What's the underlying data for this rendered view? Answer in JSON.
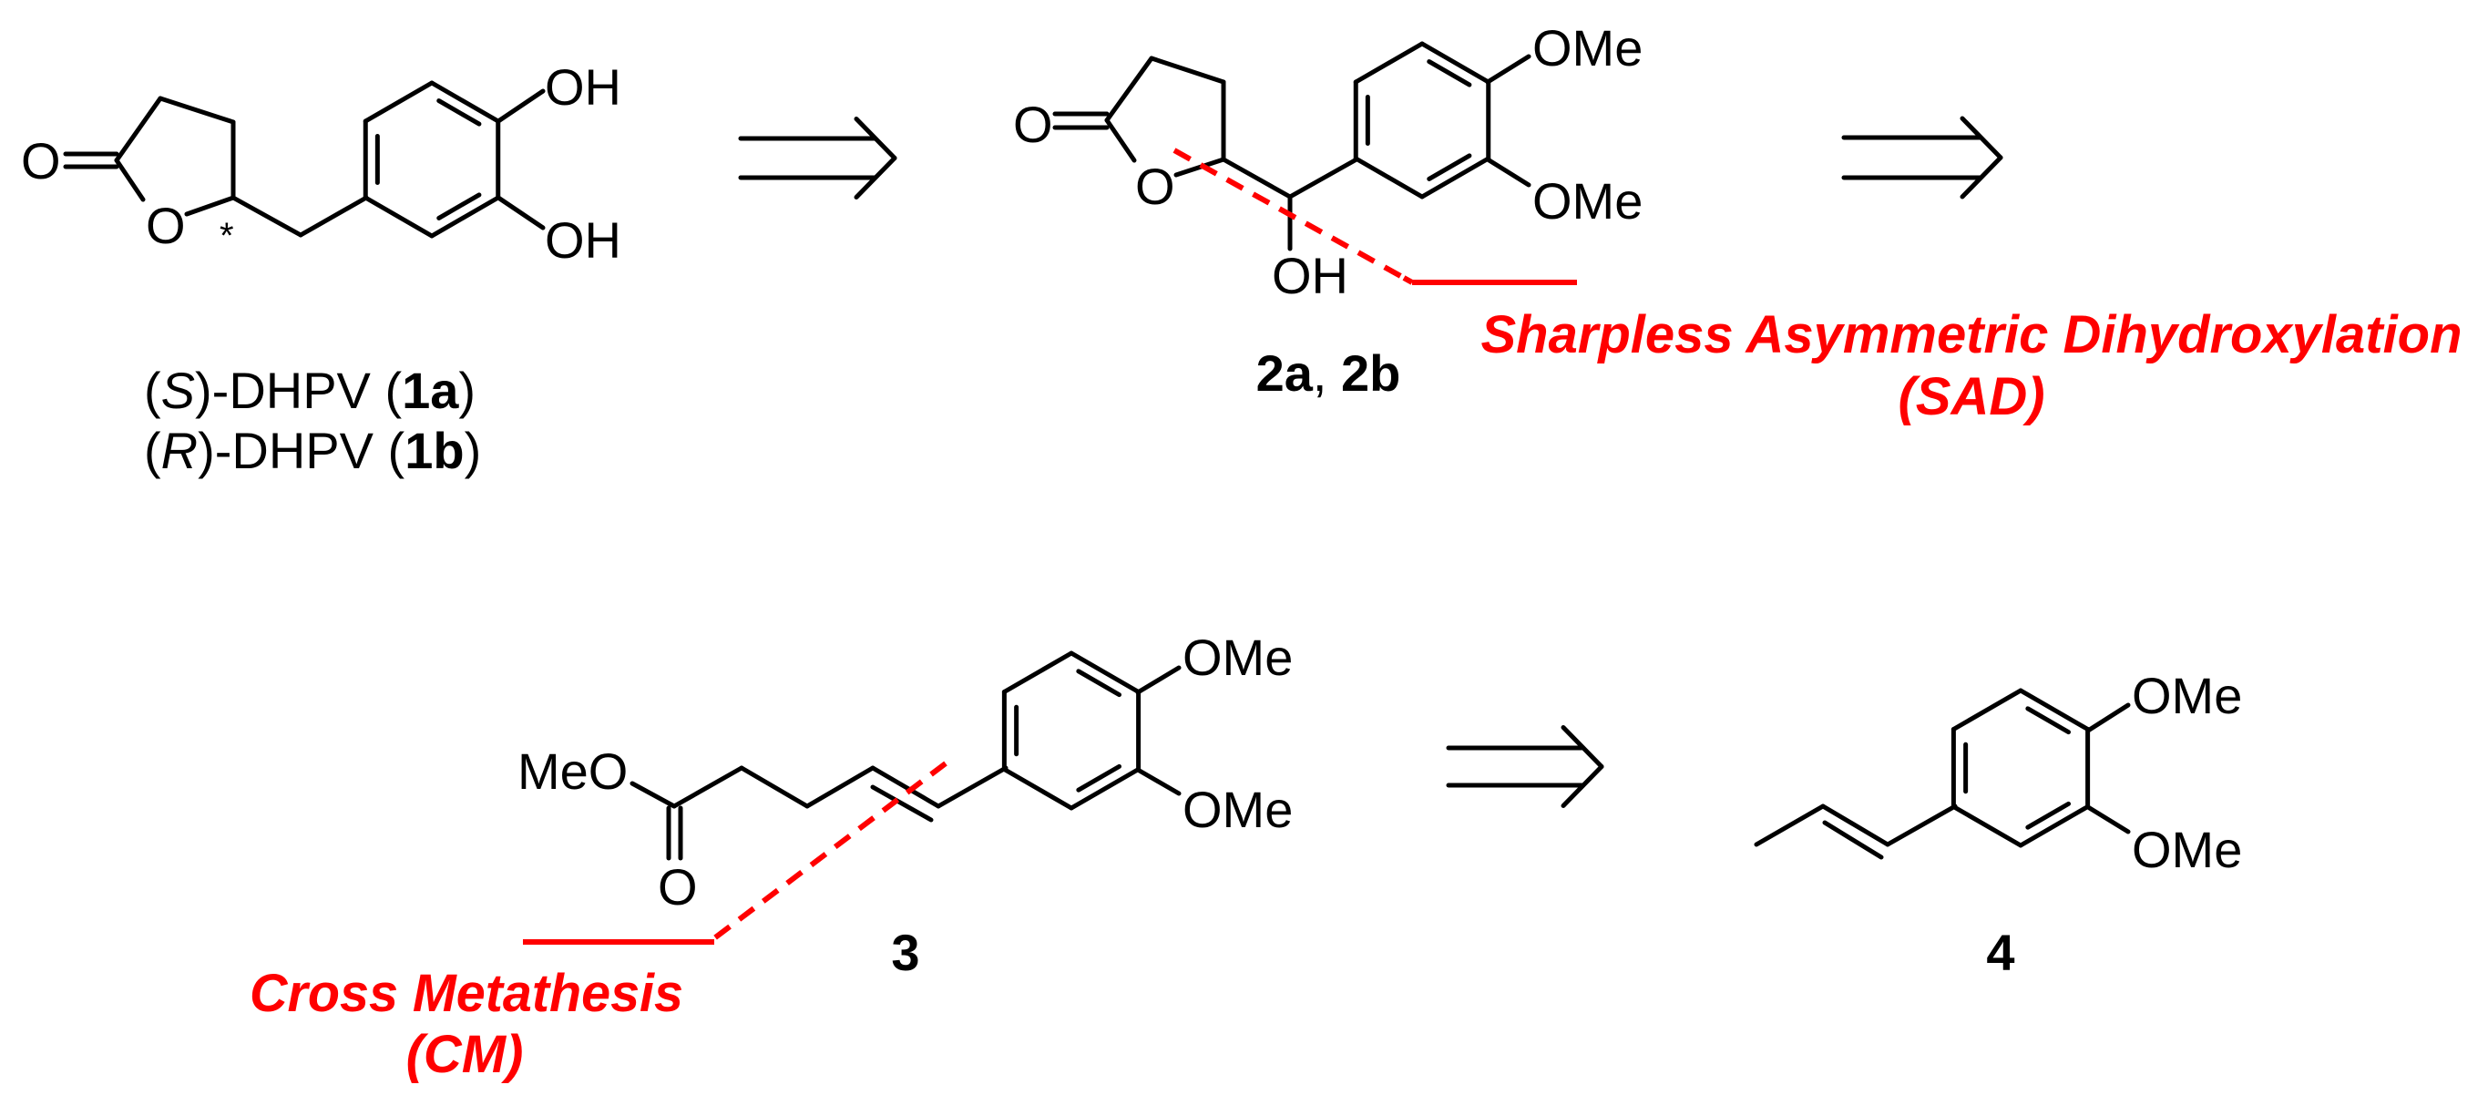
{
  "colors": {
    "annotation": "#ff0000",
    "structure": "#000000"
  },
  "compound_1": {
    "atoms": {
      "carbonyl_o": "O",
      "ring_o": "O",
      "stereo_mark": "*",
      "oh_top": "OH",
      "oh_bottom": "OH"
    },
    "label_s": [
      "(",
      "S",
      ")-DHPV (",
      "1a",
      ")"
    ],
    "label_r": [
      "(",
      "R",
      ")-DHPV (",
      "1b",
      ")"
    ]
  },
  "compound_2": {
    "atoms": {
      "carbonyl_o": "O",
      "ring_o": "O",
      "oh": "OH",
      "ome_top": "OMe",
      "ome_bottom": "OMe"
    },
    "label": [
      "2a",
      ", ",
      "2b"
    ]
  },
  "compound_3": {
    "atoms": {
      "meo": "MeO",
      "carbonyl_o": "O",
      "ome_top": "OMe",
      "ome_bottom": "OMe"
    },
    "label": "3"
  },
  "compound_4": {
    "atoms": {
      "ome_top": "OMe",
      "ome_bottom": "OMe"
    },
    "label": "4"
  },
  "annotations": {
    "sad": {
      "line1": "Sharpless Asymmetric Dihydroxylation",
      "line2": "(SAD)"
    },
    "cm": {
      "line1": "Cross Metathesis",
      "line2": "(CM)"
    }
  },
  "arrows": [
    {
      "type": "retrosynthetic-arrow"
    },
    {
      "type": "retrosynthetic-arrow"
    },
    {
      "type": "retrosynthetic-arrow"
    }
  ]
}
